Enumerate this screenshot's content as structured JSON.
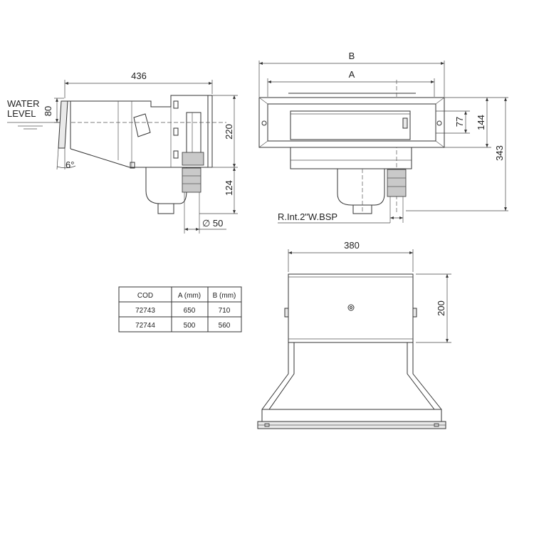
{
  "side_view": {
    "width_label": "436",
    "water_label_line1": "WATER",
    "water_label_line2": "LEVEL",
    "water_dim": "80",
    "angle_label": "6°",
    "height_upper": "220",
    "height_lower": "124",
    "outlet_dia": "∅ 50"
  },
  "front_view": {
    "overall_label": "B",
    "inner_label": "A",
    "dim_77": "77",
    "dim_144": "144",
    "dim_343": "343",
    "thread_label": "R.Int.2\"W.BSP"
  },
  "top_view": {
    "width_label": "380",
    "depth_label": "200"
  },
  "table": {
    "headers": [
      "COD",
      "A (mm)",
      "B (mm)"
    ],
    "rows": [
      [
        "72743",
        "650",
        "710"
      ],
      [
        "72744",
        "500",
        "560"
      ]
    ]
  }
}
